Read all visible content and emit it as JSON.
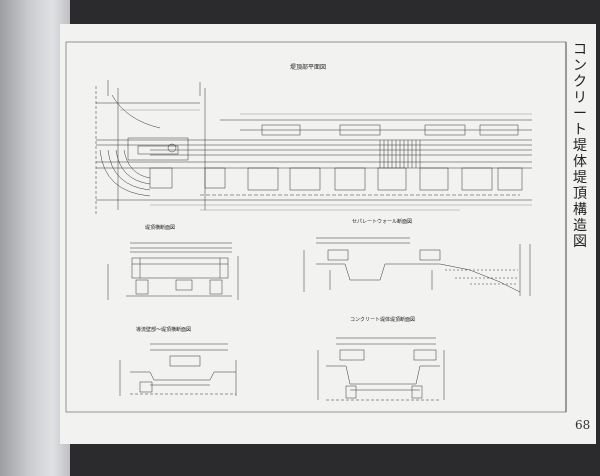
{
  "page": {
    "vertical_title": "コンクリート堤体堤頂構造図",
    "page_number": "68"
  },
  "drawings": {
    "plan_title": "堤頂部平面図",
    "section_a_title": "堤頂横断面図",
    "section_b_title": "セパレートウォール断面図",
    "section_c_title": "導流壁部〜堤頂横断面図",
    "section_d_title": "コンクリート堤体堤頂断面図"
  }
}
